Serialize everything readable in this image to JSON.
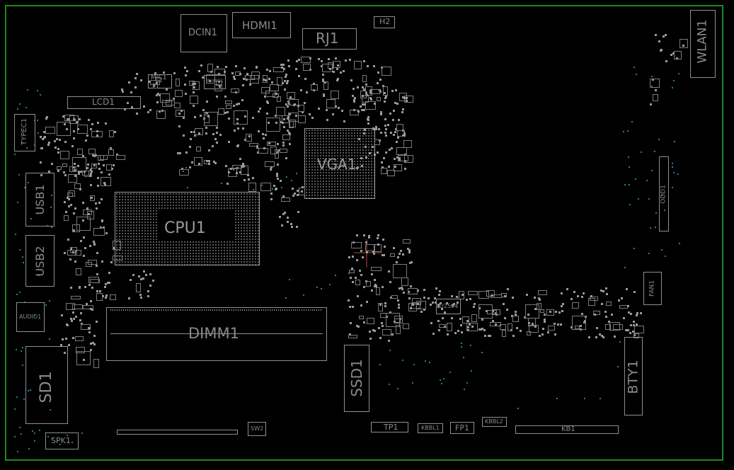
{
  "board": {
    "outline_color": "#1d8a1d",
    "silk_color": "#8f8f8f",
    "via_color": "#2fa8c8"
  },
  "components": {
    "dcin1": "DCIN1",
    "hdmi1": "HDMI1",
    "rj1": "RJ1",
    "h2": "H2",
    "wlan1": "WLAN1",
    "mic1": "MIC1",
    "pu4901": "PU4901",
    "lcd1": "LCD1",
    "typec1": "TYPEC1",
    "vga1": "VGA1",
    "usb1": "USB1",
    "usb2": "USB2",
    "cpu1": "CPU1",
    "odd1": "ODD1",
    "fan1": "FAN1",
    "audio1": "AUDIO1",
    "dimm1": "DIMM1",
    "u2504": "U2504",
    "sd1": "SD1",
    "ssd1": "SSD1",
    "bty1": "BTY1",
    "spk1": "SPK1",
    "sw2": "SW2",
    "tp1": "TP1",
    "kbbl1": "KBBL1",
    "fp1": "FP1",
    "kbbl2": "KBBL2",
    "kb1": "KB1"
  }
}
